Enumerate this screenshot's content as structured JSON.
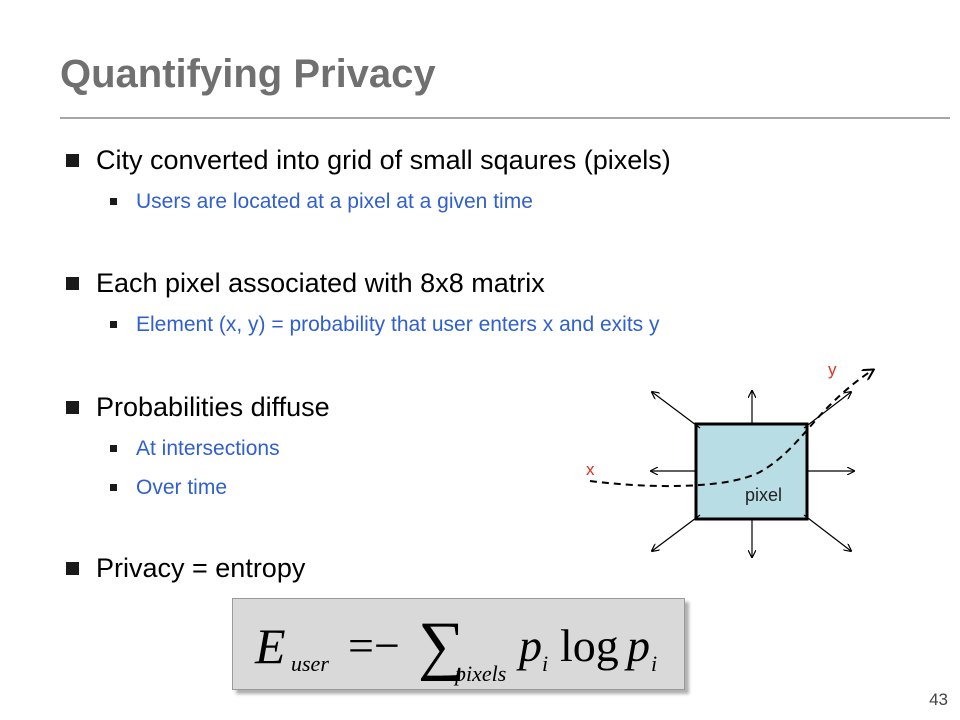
{
  "slide": {
    "title": "Quantifying Privacy",
    "page_number": "43"
  },
  "bullets": [
    {
      "text": "City converted into grid of small sqaures (pixels)",
      "subs": [
        "Users are located at a pixel at a given time"
      ]
    },
    {
      "text": "Each pixel associated with 8x8 matrix",
      "subs": [
        "Element (x, y) = probability that user enters x and exits y"
      ]
    },
    {
      "text": "Probabilities diffuse",
      "subs": [
        "At intersections",
        "Over time"
      ]
    },
    {
      "text": "Privacy = entropy",
      "subs": []
    }
  ],
  "diagram": {
    "pixel_label": "pixel",
    "x_label": "x",
    "y_label": "y",
    "pixel_color": "#b8dde4",
    "axis_label_color": "#e03020"
  },
  "formula": {
    "E": "E",
    "E_sub": "user",
    "equals_minus": "=−",
    "sigma": "∑",
    "sigma_sub": "pixels",
    "p": "p",
    "i": "i",
    "log": "log"
  }
}
